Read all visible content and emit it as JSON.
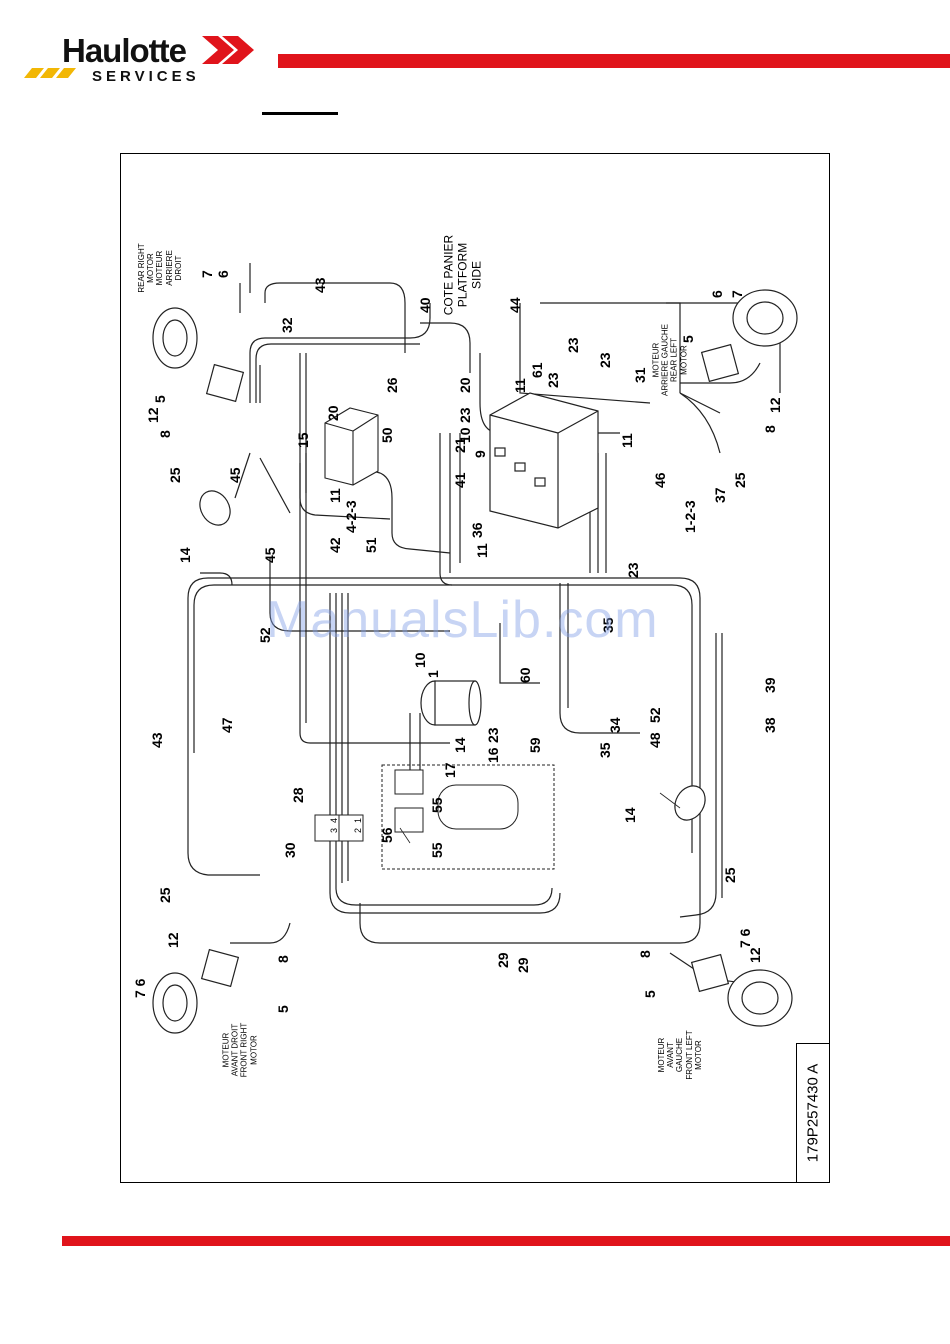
{
  "header": {
    "brand": "Haulotte",
    "sub": "SERVICES",
    "colors": {
      "accent_red": "#e0141b",
      "stripe_yellow": "#f2b705",
      "text": "#111111"
    }
  },
  "diagram": {
    "motor_labels": {
      "rear_right": [
        "REAR RIGHT",
        "MOTOR",
        "MOTEUR",
        "ARRIERE",
        "DROIT"
      ],
      "rear_left": [
        "MOTEUR",
        "ARRIERE GAUCHE",
        "REAR LEFT",
        "MOTOR"
      ],
      "front_right": [
        "MOTEUR",
        "AVANT DROIT",
        "FRONT RIGHT",
        "MOTOR"
      ],
      "front_left": [
        "MOTEUR",
        "AVANT",
        "GAUCHE",
        "FRONT LEFT",
        "MOTOR"
      ],
      "platform": [
        "COTE PANIER",
        "PLATFORM",
        "SIDE"
      ]
    },
    "part_number": "179P257430 A",
    "watermark": "ManualsLib.com",
    "callouts": [
      "7",
      "6",
      "43",
      "32",
      "5",
      "12",
      "8",
      "25",
      "45",
      "14",
      "26",
      "40",
      "44",
      "6",
      "7",
      "5",
      "23",
      "61",
      "11",
      "23",
      "20",
      "10",
      "23",
      "31",
      "12",
      "8",
      "37",
      "25",
      "46",
      "11",
      "1-2-3",
      "20",
      "15",
      "50",
      "11",
      "21",
      "41",
      "9",
      "4-2-3",
      "42",
      "51",
      "45",
      "36",
      "11",
      "23",
      "35",
      "52",
      "10",
      "1",
      "60",
      "47",
      "43",
      "17",
      "14",
      "23",
      "16",
      "59",
      "34",
      "35",
      "52",
      "48",
      "39",
      "38",
      "14",
      "28",
      "4",
      "3",
      "1",
      "2",
      "55",
      "56",
      "55",
      "30",
      "25",
      "25",
      "12",
      "8",
      "7",
      "6",
      "29",
      "29",
      "8",
      "7",
      "6",
      "5",
      "12",
      "5"
    ]
  },
  "footer": {
    "bar_color": "#e0141b"
  }
}
